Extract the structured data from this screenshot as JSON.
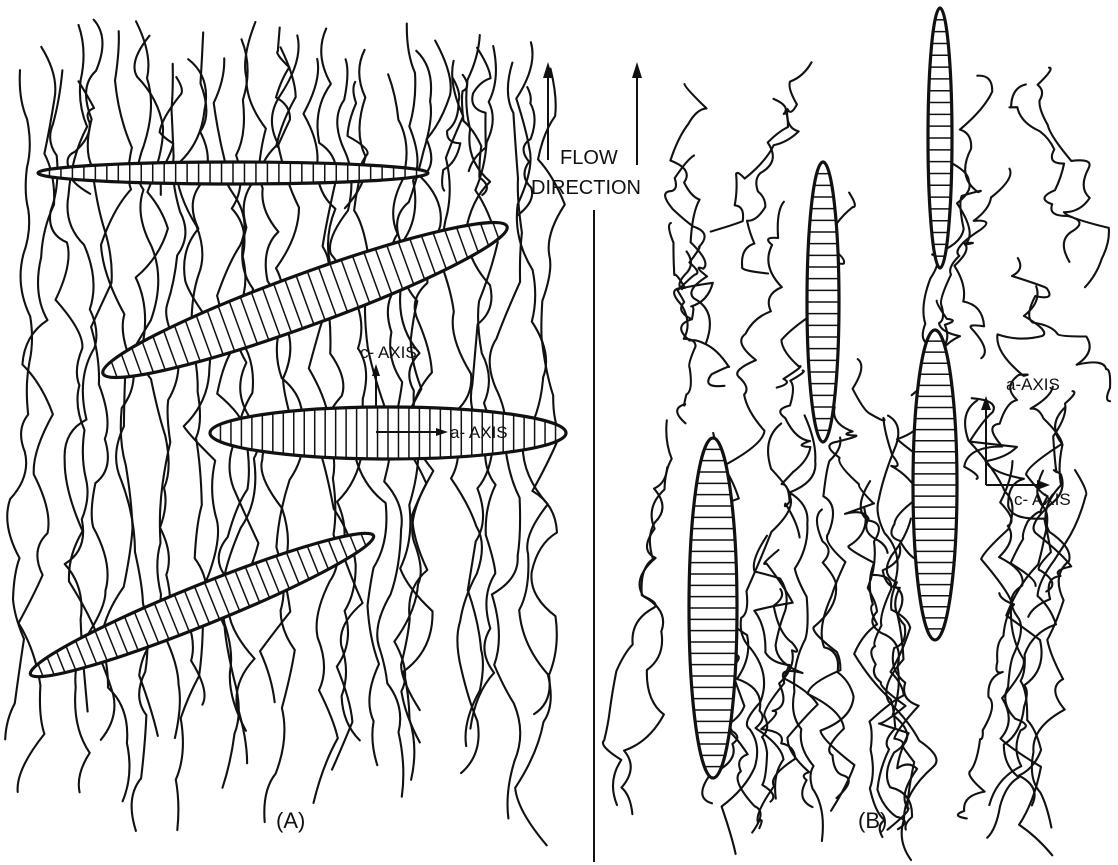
{
  "figure": {
    "flow_label_line1": "FLOW",
    "flow_label_line2": "DIRECTION",
    "panel_a": {
      "label": "(A)",
      "c_axis_label": "c- AXIS",
      "a_axis_label": "a- AXIS"
    },
    "panel_b": {
      "label": "(B)",
      "a_axis_label": "a-AXIS",
      "c_axis_label": "c- AXIS"
    }
  }
}
